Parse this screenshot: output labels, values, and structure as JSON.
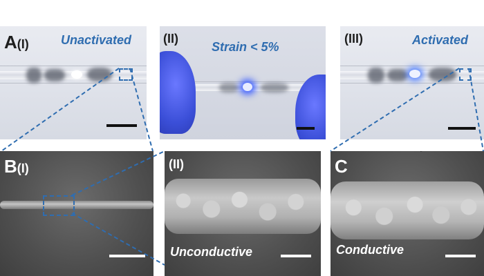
{
  "panel_a": {
    "letter": "A",
    "sub_i": "(I)",
    "sub_ii": "(II)",
    "sub_iii": "(III)",
    "caption_i": "Unactivated",
    "caption_ii": "Strain < 5%",
    "caption_iii": "Activated"
  },
  "panel_b": {
    "letter": "B",
    "sub_i": "(I)",
    "sub_ii": "(II)",
    "caption_ii": "Unconductive"
  },
  "panel_c": {
    "letter": "C",
    "caption": "Conductive"
  },
  "colors": {
    "accent_blue": "#2f6db0",
    "led_blue": "#3a5cff",
    "glove_blue": "#3b4fd8"
  }
}
